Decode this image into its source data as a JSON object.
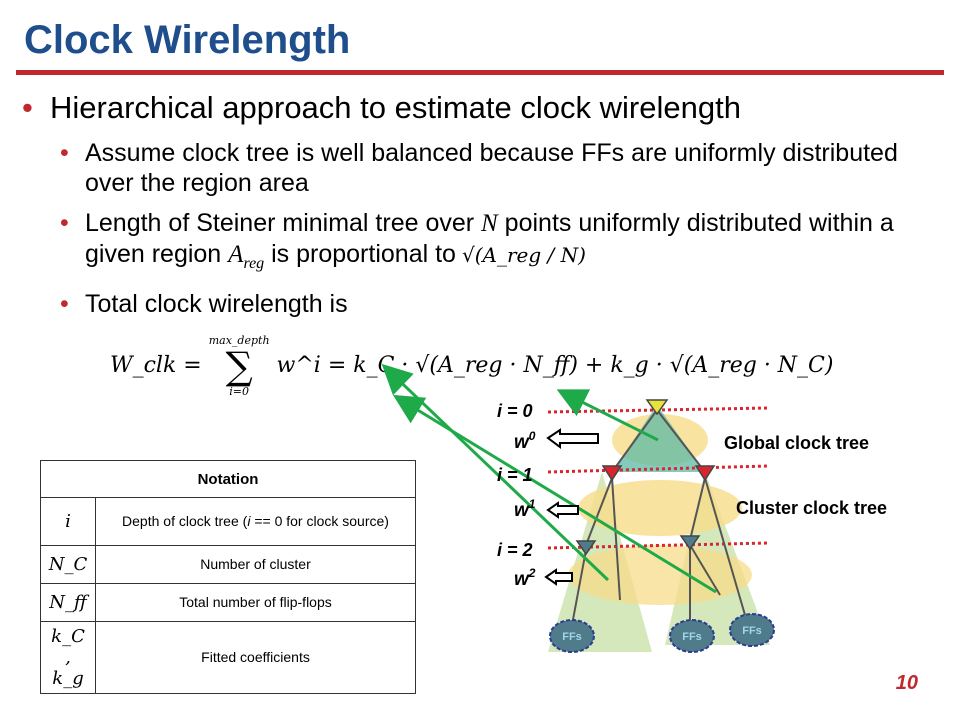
{
  "slide": {
    "title": "Clock Wirelength",
    "bullet_main": "Hierarchical approach to estimate clock wirelength",
    "sub1": "Assume clock tree is well balanced because FFs are uniformly distributed over the region area",
    "sub2_a": "Length of Steiner minimal tree over ",
    "sub2_N": "N",
    "sub2_b": " points uniformly distributed within a given region ",
    "sub2_A": "A",
    "sub2_reg": "reg",
    "sub2_c": " is proportional to",
    "sub2_formula": "√(A_reg / N)",
    "sub3": "Total clock wirelength is",
    "page_number": "10"
  },
  "formula": {
    "lhs": "W_clk =",
    "sum_upper": "max_depth",
    "sum_lower": "i=0",
    "rhs": "w^i = k_C · √(A_reg · N_ff) + k_g · √(A_reg · N_C)"
  },
  "notation_table": {
    "header": "Notation",
    "rows": [
      {
        "symbol": "i",
        "desc_a": "Depth of clock tree (",
        "desc_i": "i",
        "desc_b": " == 0 for clock source)"
      },
      {
        "symbol": "N_C",
        "description": "Number of cluster"
      },
      {
        "symbol": "N_ff",
        "description": "Total number of flip-flops"
      },
      {
        "symbol": "k_C , k_g",
        "description": "Fitted coefficients"
      }
    ]
  },
  "diagram": {
    "levels": [
      "i = 0",
      "i = 1",
      "i = 2"
    ],
    "weights": [
      {
        "w": "w",
        "sub": "0"
      },
      {
        "w": "w",
        "sub": "1"
      },
      {
        "w": "w",
        "sub": "2"
      }
    ],
    "global_label": "Global clock tree",
    "cluster_label": "Cluster clock tree",
    "ffs_labels": [
      "FFs",
      "FFs",
      "FFs"
    ],
    "colors": {
      "dotted_line": "#d9262e",
      "arrow": "#1faa4a",
      "global_tri": "#5bb9a6",
      "ellipse": "#f7dc8a",
      "cluster_tri": "#c7e0a4",
      "ffs_blob": "#4f7b8a",
      "node_red": "#d9262e",
      "node_yellow": "#e9e33a"
    }
  }
}
